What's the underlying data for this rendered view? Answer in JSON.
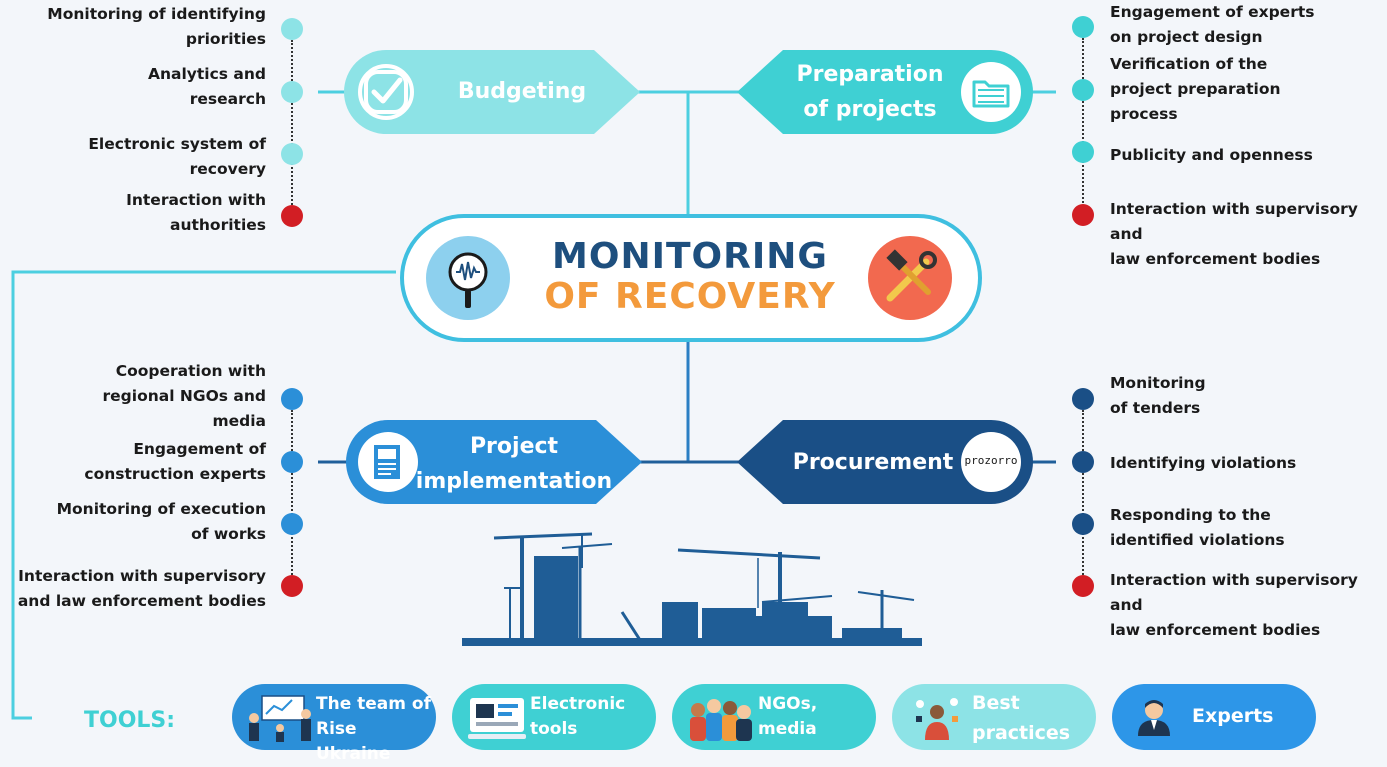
{
  "center": {
    "line1": "MONITORING",
    "line2": "OF RECOVERY"
  },
  "branches": {
    "budgeting": {
      "label": "Budgeting"
    },
    "preparation": {
      "line1": "Preparation",
      "line2": "of projects"
    },
    "implementation": {
      "line1": "Project",
      "line2": "implementation"
    },
    "procurement": {
      "label": "Procurement",
      "logo": "prozorro"
    }
  },
  "budgeting_items": [
    {
      "l1": "Monitoring of identifying",
      "l2": "priorities"
    },
    {
      "l1": "Analytics and",
      "l2": "research"
    },
    {
      "l1": "Electronic system of",
      "l2": "recovery"
    },
    {
      "l1": "Interaction with",
      "l2": "authorities"
    }
  ],
  "preparation_items": [
    {
      "l1": "Engagement of experts",
      "l2": "on project design"
    },
    {
      "l1": "Verification of the",
      "l2": "project preparation",
      "l3": "process"
    },
    {
      "l1": "Publicity and openness"
    },
    {
      "l1": "Interaction with supervisory and",
      "l2": "law enforcement bodies"
    }
  ],
  "implementation_items": [
    {
      "l1": "Cooperation with",
      "l2": "regional NGOs and",
      "l3": "media"
    },
    {
      "l1": "Engagement of",
      "l2": "construction experts"
    },
    {
      "l1": "Monitoring of execution",
      "l2": "of works"
    },
    {
      "l1": "Interaction with supervisory",
      "l2": "and law enforcement bodies"
    }
  ],
  "procurement_items": [
    {
      "l1": "Monitoring",
      "l2": "of tenders"
    },
    {
      "l1": "Identifying violations"
    },
    {
      "l1": "Responding to the",
      "l2": "identified violations"
    },
    {
      "l1": "Interaction with supervisory and",
      "l2": "law enforcement bodies"
    }
  ],
  "tools": {
    "title": "TOOLS:",
    "items": [
      {
        "l1": "The team of",
        "l2": "Rise Ukraine",
        "icon": "team-icon"
      },
      {
        "l1": "Electronic",
        "l2": "tools",
        "icon": "computer-icon"
      },
      {
        "l1": "NGOs,",
        "l2": "media",
        "icon": "people-icon"
      },
      {
        "l1": "Best",
        "l2": "practices",
        "icon": "person-ideas-icon"
      },
      {
        "l1": "Experts",
        "icon": "expert-icon"
      }
    ]
  },
  "colors": {
    "light_teal": "#8de3e6",
    "teal": "#3fd0d3",
    "mid_blue": "#2b8fd8",
    "dark_blue": "#1a4f86",
    "red": "#d21e24",
    "center_border": "#3fbfe0",
    "title_navy": "#1e4f7e",
    "title_orange": "#f39a3c"
  }
}
